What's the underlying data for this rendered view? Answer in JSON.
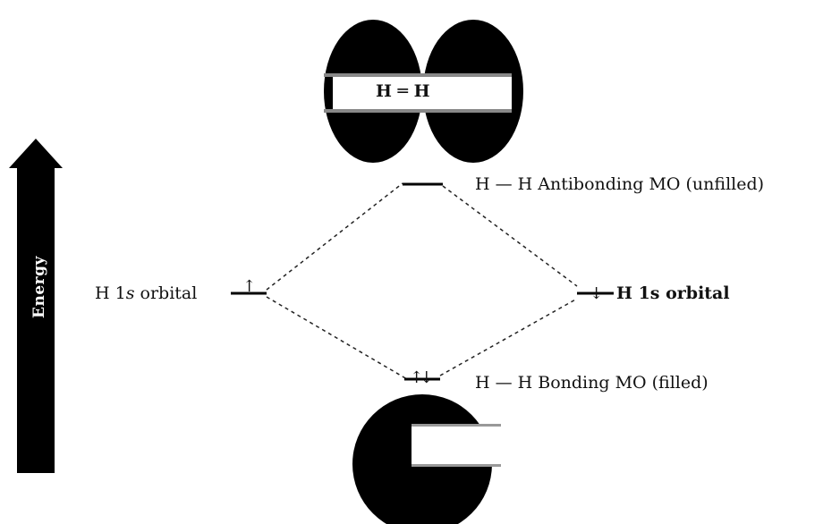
{
  "energy_axis": {
    "label": "Energy"
  },
  "antibonding_lobes": {
    "atoms_label": "H ═ H"
  },
  "left_atomic_orbital": {
    "label_prefix": "H 1",
    "label_italic": "s",
    "label_suffix": " orbital",
    "electron": "↑"
  },
  "right_atomic_orbital": {
    "label": "H 1s orbital",
    "electron": "↓"
  },
  "antibonding_mo": {
    "label": "H — H Antibonding MO (unfilled)"
  },
  "bonding_mo": {
    "label": "H — H Bonding MO (filled)",
    "electrons": "↑↓"
  }
}
